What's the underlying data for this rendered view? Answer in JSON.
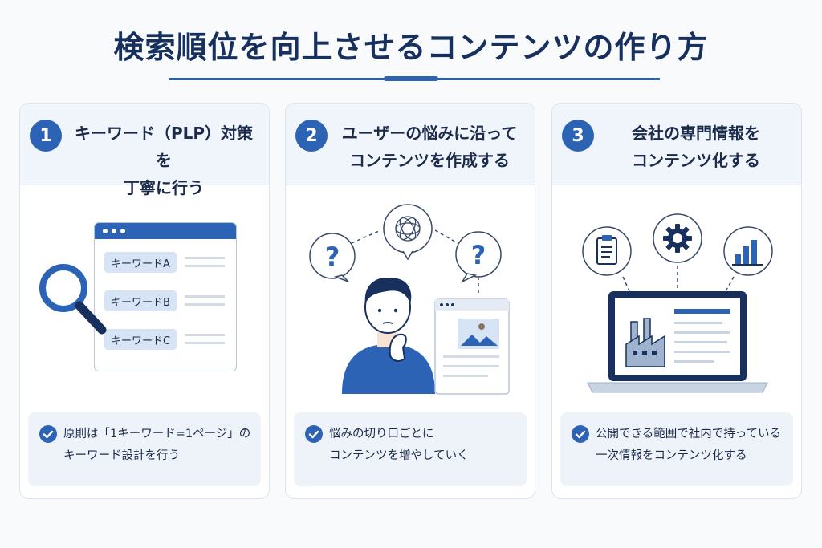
{
  "title": "検索順位を向上させるコンテンツの作り方",
  "colors": {
    "primary": "#2d63b5",
    "navy": "#17305e",
    "panel": "#f0f5fb",
    "note_bg": "#eef3f9"
  },
  "cards": [
    {
      "number": "1",
      "heading_line1": "キーワード（PLP）対策を",
      "heading_line2": "丁寧に行う",
      "keywords": [
        "キーワードA",
        "キーワードB",
        "キーワードC"
      ],
      "note_line1": "原則は「1キーワード=1ページ」の",
      "note_line2": "キーワード設計を行う",
      "icons": [
        "magnifier-icon",
        "browser-window-icon",
        "check-icon"
      ]
    },
    {
      "number": "2",
      "heading_line1": "ユーザーの悩みに沿って",
      "heading_line2": "コンテンツを作成する",
      "note_line1": "悩みの切り口ごとに",
      "note_line2": "コンテンツを増やしていく",
      "icons": [
        "question-bubble-icon",
        "thinking-bubble-icon",
        "thinking-person-icon",
        "web-page-icon",
        "check-icon"
      ]
    },
    {
      "number": "3",
      "heading_line1": "会社の専門情報を",
      "heading_line2": "コンテンツ化する",
      "note_line1": "公開できる範囲で社内で持っている",
      "note_line2": "一次情報をコンテンツ化する",
      "icons": [
        "clipboard-icon",
        "gear-icon",
        "bar-chart-icon",
        "laptop-icon",
        "factory-icon",
        "check-icon"
      ]
    }
  ]
}
